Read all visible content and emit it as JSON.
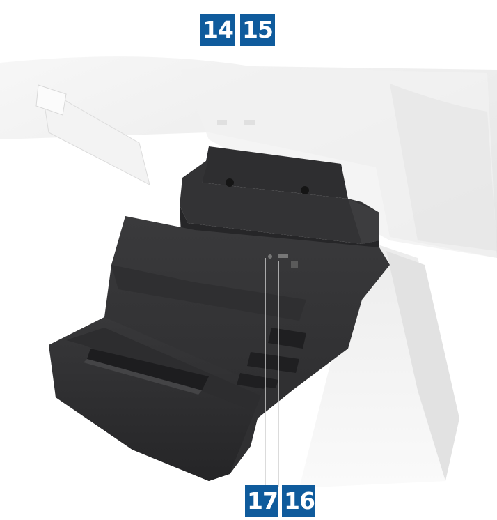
{
  "colors": {
    "callout_bg": "#0f5b9c",
    "callout_text": "#ffffff",
    "stand_dark": "#2b2b2d",
    "stand_mid": "#3a3a3c",
    "housing_white": "#f4f4f4"
  },
  "callouts": [
    {
      "id": "14",
      "label": "14"
    },
    {
      "id": "15",
      "label": "15"
    },
    {
      "id": "17",
      "label": "17"
    },
    {
      "id": "16",
      "label": "16"
    }
  ]
}
